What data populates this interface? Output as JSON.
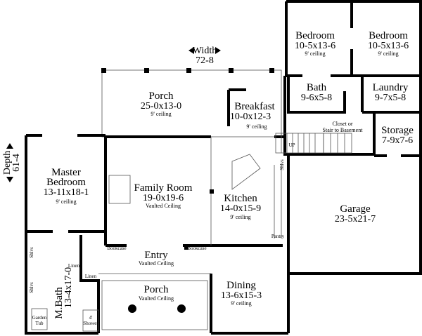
{
  "overall": {
    "width_label": "Width",
    "width_value": "72-8",
    "depth_label": "Depth",
    "depth_value": "61-4"
  },
  "rooms": {
    "bedroom1": {
      "name": "Bedroom",
      "dims": "10-5x13-6",
      "ceiling": "9' ceiling"
    },
    "bedroom2": {
      "name": "Bedroom",
      "dims": "10-5x13-6",
      "ceiling": "9' ceiling"
    },
    "porch_rear": {
      "name": "Porch",
      "dims": "25-0x13-0",
      "ceiling": "9' ceiling"
    },
    "breakfast": {
      "name": "Breakfast",
      "dims": "10-0x12-3",
      "ceiling": "9' ceiling"
    },
    "bath": {
      "name": "Bath",
      "dims": "9-6x5-8"
    },
    "laundry": {
      "name": "Laundry",
      "dims": "9-7x5-8"
    },
    "storage": {
      "name": "Storage",
      "dims": "7-9x7-6"
    },
    "closet": {
      "line1": "Closet or",
      "line2": "Stair to Basement"
    },
    "stair_up": "UP",
    "master_bedroom": {
      "name1": "Master",
      "name2": "Bedroom",
      "dims": "13-11x18-1",
      "ceiling": "9' ceiling"
    },
    "family_room": {
      "name": "Family Room",
      "dims": "19-0x19-6",
      "ceiling": "Vaulted Ceiling"
    },
    "kitchen": {
      "name": "Kitchen",
      "dims": "14-0x15-9",
      "ceiling": "9' ceiling"
    },
    "garage": {
      "name": "Garage",
      "dims": "23-5x21-7"
    },
    "pantry": "Pantry",
    "shlvs": "Shlvs",
    "bookcase": "Bookcase",
    "entry": {
      "name": "Entry",
      "ceiling": "Vaulted Ceiling"
    },
    "porch_front": {
      "name": "Porch",
      "ceiling": "Vaulted Ceiling"
    },
    "dining": {
      "name": "Dining",
      "dims": "13-6x15-3",
      "ceiling": "9' ceiling"
    },
    "master_bath": {
      "name": "M.Bath",
      "dims": "13-4x17-0"
    },
    "linen": "Linen",
    "garden_tub": {
      "line1": "Garden",
      "line2": "Tub"
    },
    "shower": {
      "line1": "4'",
      "line2": "Shower"
    }
  }
}
